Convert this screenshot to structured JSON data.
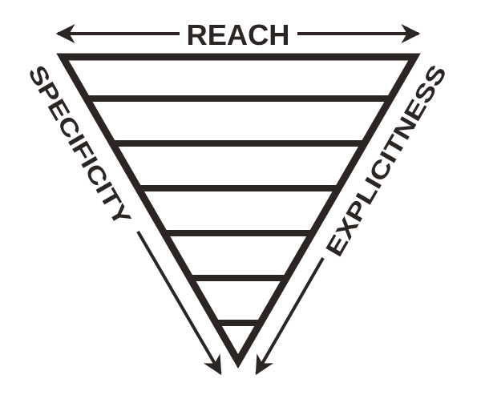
{
  "diagram": {
    "type": "inverted-triangle",
    "ink_color": "#2b2523",
    "background_color": "#ffffff",
    "top_label": "REACH",
    "left_label": "SPECIFICITY",
    "right_label": "EXPLICITNESS",
    "top_arrow": "bidirectional-horizontal",
    "left_arrow": "down-toward-apex",
    "right_arrow": "down-toward-apex",
    "tier_count": 7
  }
}
